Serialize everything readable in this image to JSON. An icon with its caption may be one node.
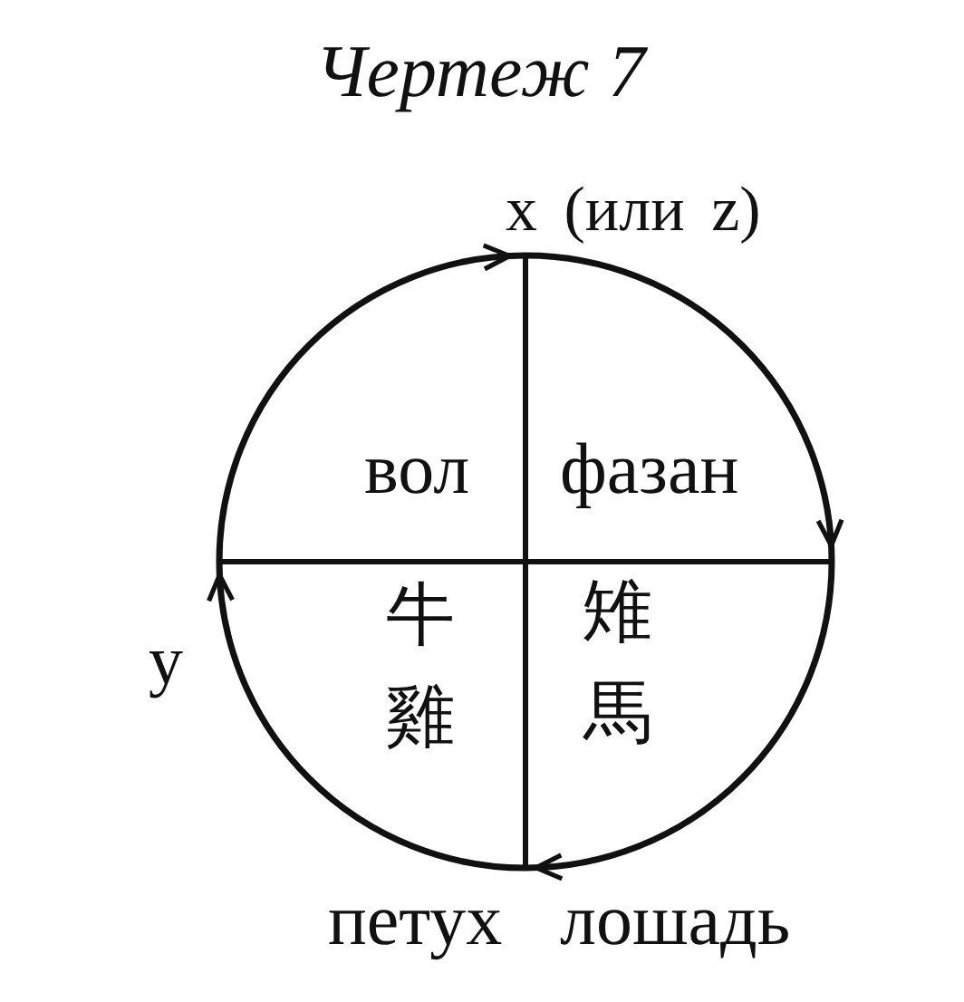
{
  "diagram": {
    "title": "Чертеж 7",
    "labels": [
      "x (или z)",
      "вол",
      "фазан",
      "牛",
      "雉",
      "y",
      "雞",
      "馬",
      "петух",
      "лошадь"
    ]
  }
}
